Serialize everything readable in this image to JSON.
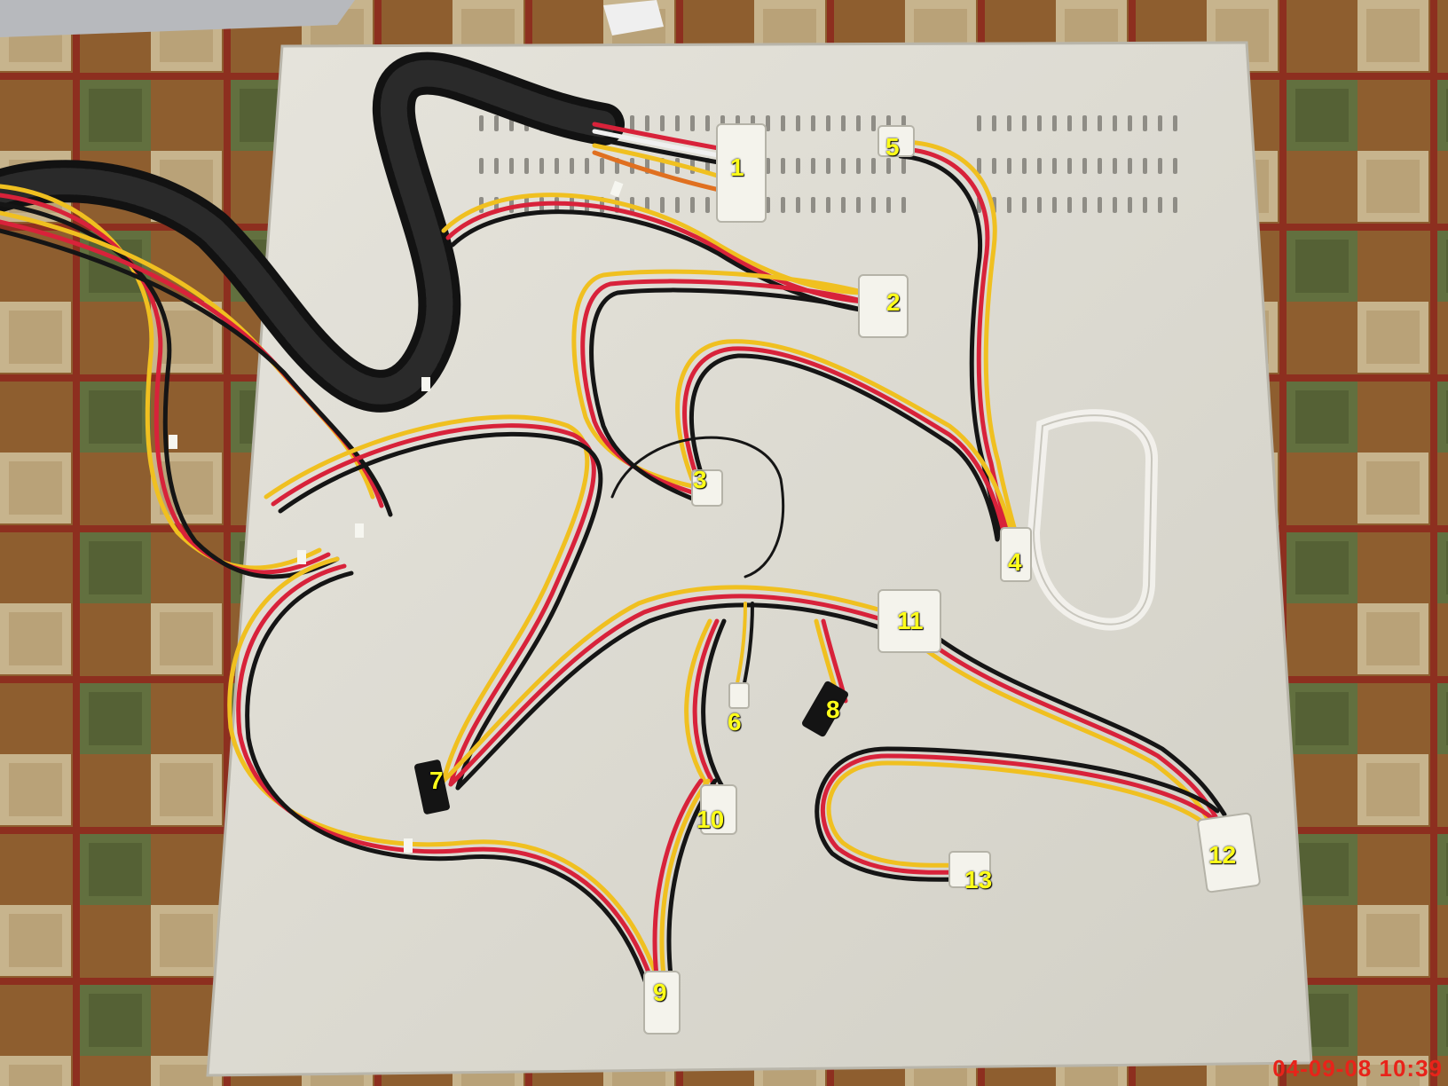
{
  "photo": {
    "subject": "power-supply-cables-on-panel",
    "colors": {
      "carpet_base": "#8a5a2c",
      "carpet_light": "#d8c49a",
      "carpet_red": "#9a3322",
      "carpet_green": "#6b7a45",
      "panel": "#dedcd3",
      "wire_red": "#d8223a",
      "wire_yellow": "#f0c020",
      "wire_black": "#151515",
      "connector": "#f4f3ec",
      "label": "#ffff1a"
    }
  },
  "labels": [
    "1",
    "2",
    "3",
    "4",
    "5",
    "6",
    "7",
    "8",
    "9",
    "10",
    "11",
    "12",
    "13"
  ],
  "timestamp": "04-09-08 10:39"
}
